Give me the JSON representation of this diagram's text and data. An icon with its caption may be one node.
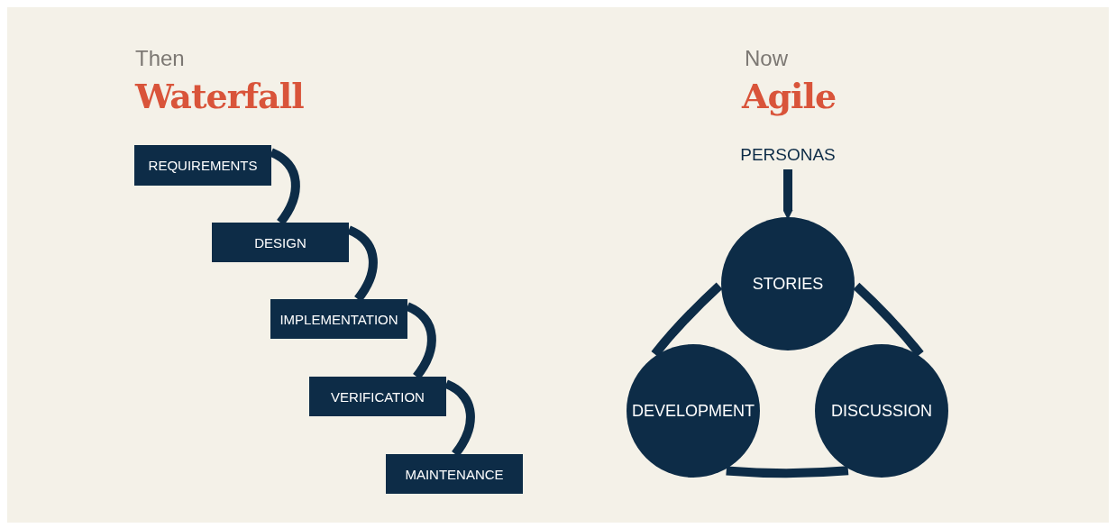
{
  "diagram": {
    "nodes": [
      {
        "text": [
          "REQUIREMENTS"
        ]
      },
      {
        "text": [
          "DESIGN"
        ]
      },
      {
        "text": [
          "IMPLEMENTATION"
        ]
      },
      {
        "text": [
          "VERIFICATION"
        ]
      },
      {
        "text": [
          "MAINTENANCE"
        ]
      },
      {
        "text": [
          "PERSONAS"
        ]
      },
      {
        "text": [
          "STORIES"
        ]
      },
      {
        "text": [
          "DEVELOPMENT"
        ]
      },
      {
        "text": [
          "DISCUSSION"
        ]
      }
    ],
    "edges": [
      {
        "from": 0,
        "to": 1,
        "arrow": "none"
      },
      {
        "from": 1,
        "to": 2,
        "arrow": "none"
      },
      {
        "from": 2,
        "to": 3,
        "arrow": "none"
      },
      {
        "from": 3,
        "to": 4,
        "arrow": "none"
      },
      {
        "from": 5,
        "to": 6,
        "arrow": "to"
      },
      {
        "from": 6,
        "to": 8,
        "arrow": "none"
      },
      {
        "from": 8,
        "to": 7,
        "arrow": "none"
      },
      {
        "from": 7,
        "to": 6,
        "arrow": "none"
      }
    ],
    "labels": [
      "Then",
      "Waterfall",
      "Now",
      "Agile"
    ]
  }
}
